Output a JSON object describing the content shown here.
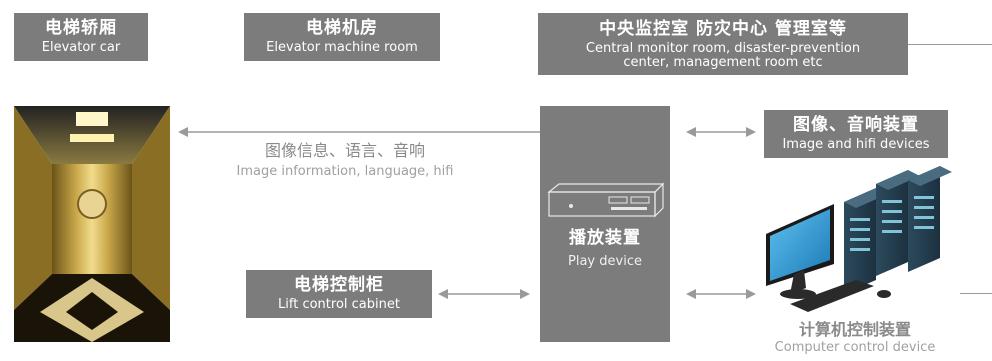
{
  "headers": {
    "elevator_car": {
      "cn": "电梯轿厢",
      "en": "Elevator car"
    },
    "machine_room": {
      "cn": "电梯机房",
      "en": "Elevator machine room"
    },
    "monitor_room": {
      "cn": "中央监控室 防灾中心 管理室等",
      "en_line1": "Central monitor room, disaster-prevention",
      "en_line2": "center, management room etc"
    }
  },
  "play_device": {
    "cn": "播放装置",
    "en": "Play device"
  },
  "image_info": {
    "cn": "图像信息、语言、音响",
    "en": "Image information, language, hifi"
  },
  "lift_cabinet": {
    "cn": "电梯控制柜",
    "en": "Lift control cabinet"
  },
  "image_hifi": {
    "cn": "图像、音响装置",
    "en": "Image and hifi devices"
  },
  "computer_control": {
    "cn": "计算机控制装置",
    "en": "Computer control device"
  },
  "colors": {
    "box": "#7c7c7c",
    "arrow": "#9a9a9a",
    "label": "#8a8a8a"
  }
}
